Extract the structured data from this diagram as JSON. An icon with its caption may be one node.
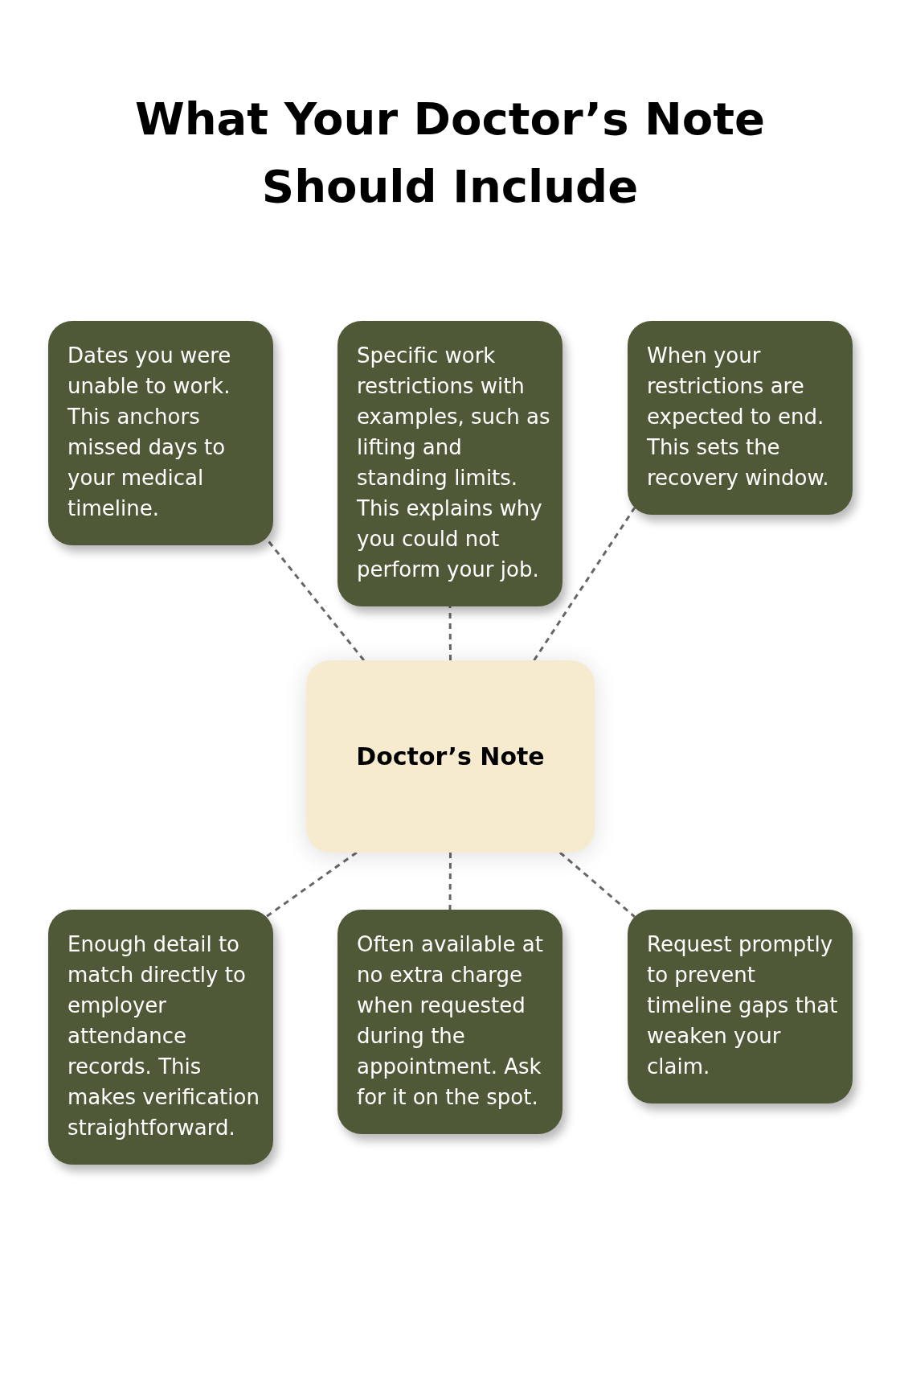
{
  "diagram": {
    "title": "What Your Doctor’s Note Should Include",
    "nodes": [
      {
        "text": [
          "Dates you were unable to work. This anchors missed days to your medical timeline."
        ]
      },
      {
        "text": [
          "Specific work restrictions with examples, such as lifting and standing limits. This explains why you could not perform your job."
        ]
      },
      {
        "text": [
          "When your restrictions are expected to end. This sets the recovery window."
        ]
      },
      {
        "text": [
          "Doctor’s Note"
        ]
      },
      {
        "text": [
          "Enough detail to match directly to employer attendance records. This makes verification straightforward."
        ]
      },
      {
        "text": [
          "Often available at no extra charge when requested during the appointment. Ask for it on the spot."
        ]
      },
      {
        "text": [
          "Request promptly to prevent timeline gaps that weaken your claim."
        ]
      }
    ],
    "edges": [
      {
        "from": 3,
        "to": 0,
        "arrow": "none",
        "style": "dashed"
      },
      {
        "from": 3,
        "to": 1,
        "arrow": "none",
        "style": "dashed"
      },
      {
        "from": 3,
        "to": 2,
        "arrow": "none",
        "style": "dashed"
      },
      {
        "from": 3,
        "to": 4,
        "arrow": "none",
        "style": "dashed"
      },
      {
        "from": 3,
        "to": 5,
        "arrow": "none",
        "style": "dashed"
      },
      {
        "from": 3,
        "to": 6,
        "arrow": "none",
        "style": "dashed"
      }
    ]
  }
}
